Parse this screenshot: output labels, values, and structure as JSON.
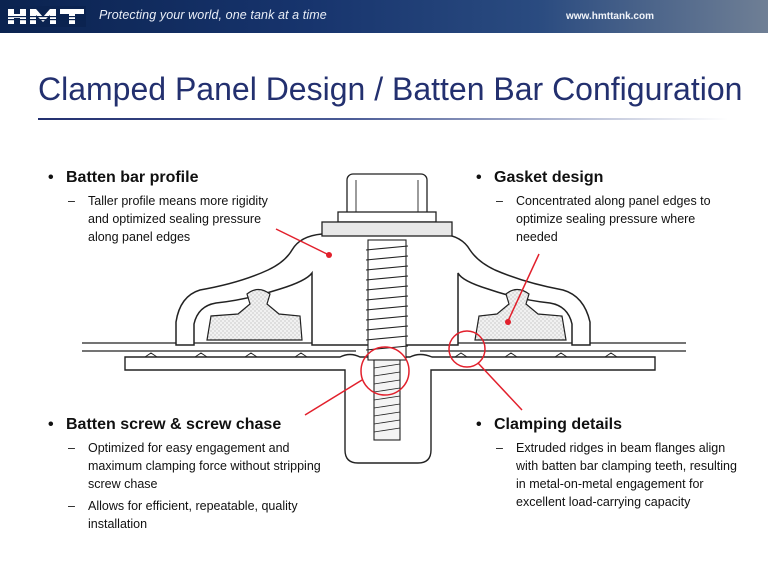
{
  "header": {
    "tagline": "Protecting your world, one tank at a time",
    "website": "www.hmttank.com",
    "logo_text": "HMT"
  },
  "slide": {
    "title": "Clamped Panel Design / Batten Bar Configuration"
  },
  "sections": {
    "batten_bar": {
      "heading": "Batten bar profile",
      "points": [
        "Taller profile means more rigidity and optimized sealing pressure along panel edges"
      ]
    },
    "gasket": {
      "heading": "Gasket design",
      "points": [
        "Concentrated along panel edges to optimize sealing pressure where needed"
      ]
    },
    "screw": {
      "heading": "Batten screw & screw chase",
      "points": [
        "Optimized for easy engagement and maximum clamping force without stripping screw chase",
        "Allows for efficient, repeatable, quality installation"
      ]
    },
    "clamping": {
      "heading": "Clamping details",
      "points": [
        "Extruded ridges in beam flanges align with batten bar clamping teeth, resulting in metal-on-metal engagement for excellent load-carrying capacity"
      ]
    }
  },
  "symbols": {
    "bullet": "•",
    "dash": "–"
  },
  "colors": {
    "title": "#23306f",
    "callout": "#e2202c",
    "header_bg": "#17346d"
  }
}
